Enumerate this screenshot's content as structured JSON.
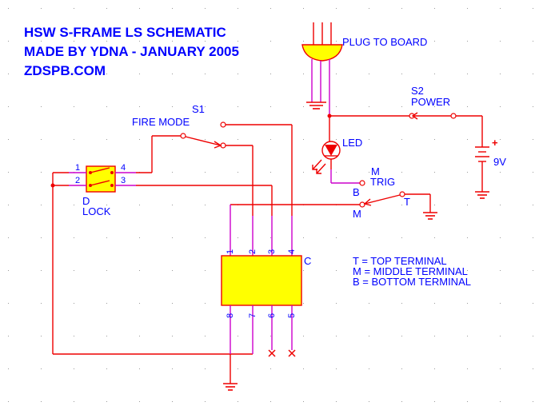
{
  "title_lines": [
    "HSW S-FRAME LS SCHEMATIC",
    "MADE BY YDNA - JANUARY 2005",
    "ZDSPB.COM"
  ],
  "plug": {
    "label": "PLUG TO BOARD"
  },
  "s2": {
    "ref": "S2",
    "name": "POWER"
  },
  "battery": {
    "polarity": "+",
    "voltage": "9V"
  },
  "led": {
    "label": "LED"
  },
  "s1": {
    "ref": "S1",
    "name": "FIRE MODE"
  },
  "lock": {
    "ref": "D",
    "name": "LOCK",
    "pins": [
      "1",
      "2",
      "4",
      "3"
    ]
  },
  "trig": {
    "m": "M",
    "name": "TRIG",
    "b": "B",
    "t": "T",
    "m2": "M"
  },
  "chip": {
    "ref": "C",
    "top_pins": [
      "1",
      "2",
      "3",
      "4"
    ],
    "bottom_pins": [
      "8",
      "7",
      "6",
      "5"
    ]
  },
  "legend": [
    "T = TOP TERMINAL",
    "M = MIDDLE TERMINAL",
    "B = BOTTOM TERMINAL"
  ],
  "colors": {
    "wire": "#ee0000",
    "pin_wire": "#cc00cc",
    "text": "#0000ff",
    "component_fill": "#ffff00",
    "background": "#ffffff"
  }
}
